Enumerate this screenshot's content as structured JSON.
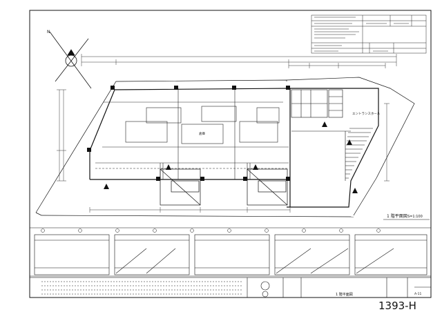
{
  "sheet_number": "1393-H",
  "plan_title": "1 階平面図",
  "plan_scale": "S=1:100",
  "title_block_drawing_name": "1 階平面図",
  "small_labels": [
    "エントランスホール",
    "倉庫",
    "N",
    "A-11"
  ]
}
